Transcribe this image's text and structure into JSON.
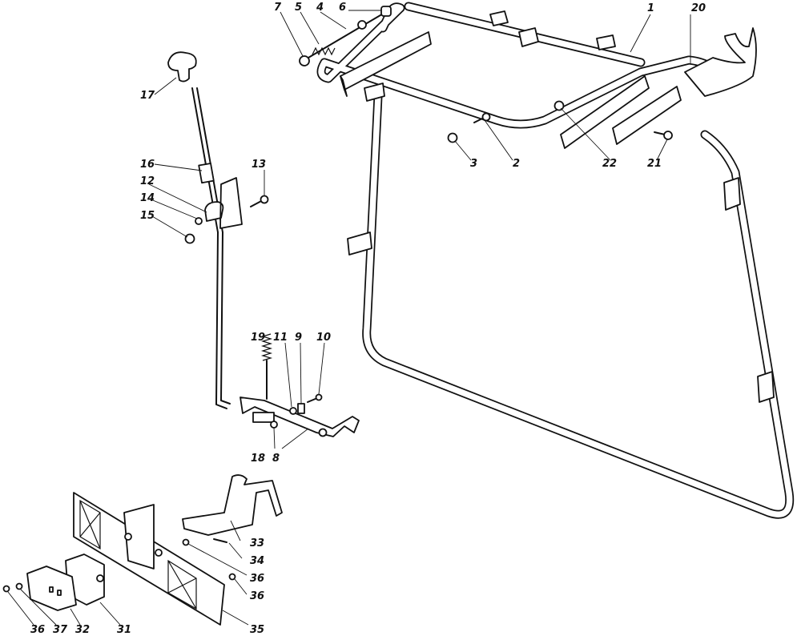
{
  "diagram": {
    "type": "exploded-parts-view",
    "callouts": {
      "c1": "1",
      "c2": "2",
      "c3": "3",
      "c4": "4",
      "c5": "5",
      "c6": "6",
      "c7": "7",
      "c8": "8",
      "c9": "9",
      "c10": "10",
      "c11": "11",
      "c12": "12",
      "c13": "13",
      "c14": "14",
      "c15": "15",
      "c16": "16",
      "c17": "17",
      "c18": "18",
      "c19": "19",
      "c20": "20",
      "c21": "21",
      "c22": "22",
      "c31": "31",
      "c32": "32",
      "c33": "33",
      "c34": "34",
      "c35a": "35",
      "c36a": "36",
      "c36b": "36",
      "c36c": "36",
      "c37": "37"
    }
  }
}
